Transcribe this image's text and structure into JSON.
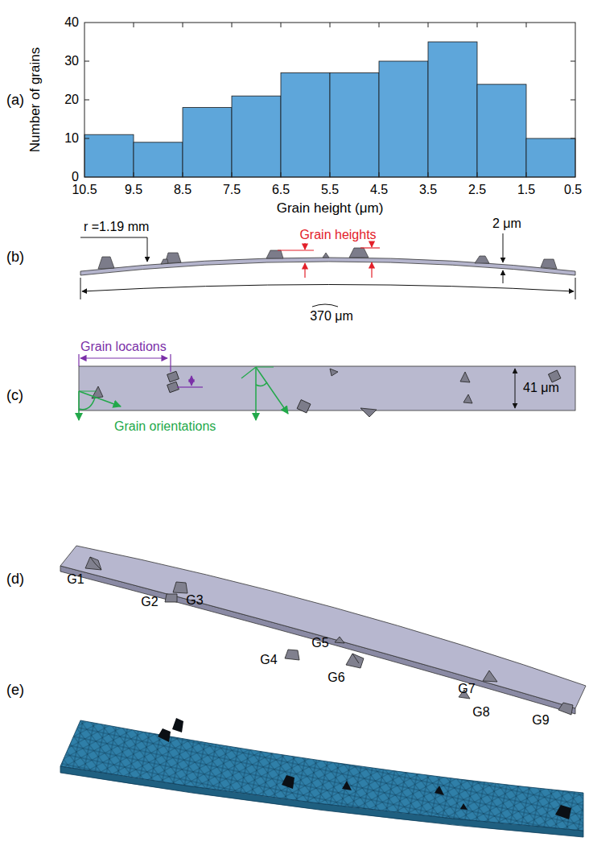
{
  "diagram": {
    "labels": [
      "(a)",
      "40",
      "30",
      "20",
      "10",
      "0",
      "Number of grains",
      "10.5",
      "9.5",
      "8.5",
      "7.5",
      "6.5",
      "5.5",
      "4.5",
      "3.5",
      "2.5",
      "1.5",
      "0.5",
      "Grain height (μm)",
      "(b)",
      "r =1.19 mm",
      "Grain heights",
      "2 μm",
      "370 μm",
      "(c)",
      "Grain locations",
      "41 μm",
      "Grain orientations",
      "(d)",
      "G1",
      "G2",
      "G3",
      "G4",
      "G5",
      "G6",
      "G7",
      "G8",
      "G9",
      "(e)"
    ]
  }
}
